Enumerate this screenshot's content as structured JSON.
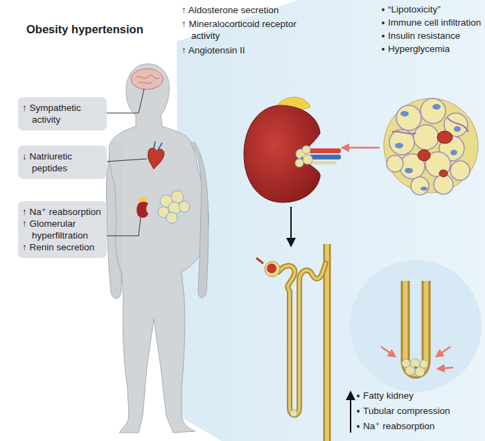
{
  "diagram": {
    "title": "Obesity hypertension",
    "nodes": [
      {
        "text": [
          "↑ Sympathetic activity"
        ]
      },
      {
        "text": [
          "↓ Natriuretic peptides"
        ]
      },
      {
        "text": [
          "↑ Na⁺ reabsorption",
          "↑ Glomerular hyperfiltration",
          "↑ Renin secretion"
        ]
      }
    ],
    "labels": [
      "↑ Aldosterone secretion",
      "↑ Mineralocorticoid receptor activity",
      "↑ Angiotensin II",
      "“Lipotoxicity”",
      "Immune cell infiltration",
      "Insulin resistance",
      "Hyperglycemia",
      "Fatty kidney",
      "Tubular compression",
      "Na⁺ reabsorption"
    ]
  }
}
